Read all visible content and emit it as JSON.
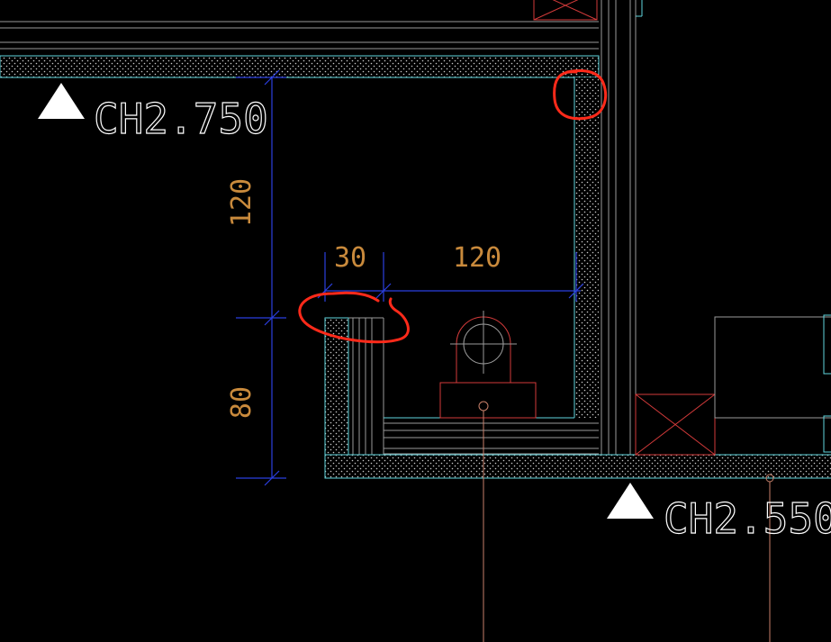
{
  "colors": {
    "background": "#000000",
    "wall_line": "#5fd6de",
    "wall_hatch": "#c8c8c8",
    "dimension": "#2b3fe0",
    "dimension_text": "#c98a3c",
    "level_text": "#ffffff",
    "equipment": "#d23a3a",
    "markup": "#ff2a1a",
    "pipe_line": "#c8806a",
    "gray_line": "#9a9a9a"
  },
  "levels": {
    "upper": "CH2.750",
    "lower": "CH2.550"
  },
  "dimensions": {
    "vertical_upper": "120",
    "vertical_lower": "80",
    "horizontal_left": "30",
    "horizontal_right": "120"
  },
  "icons": {
    "level_marker": "triangle-icon",
    "equipment_box": "cross-box-icon",
    "pipe_fitting": "circle-crosshair-icon"
  }
}
